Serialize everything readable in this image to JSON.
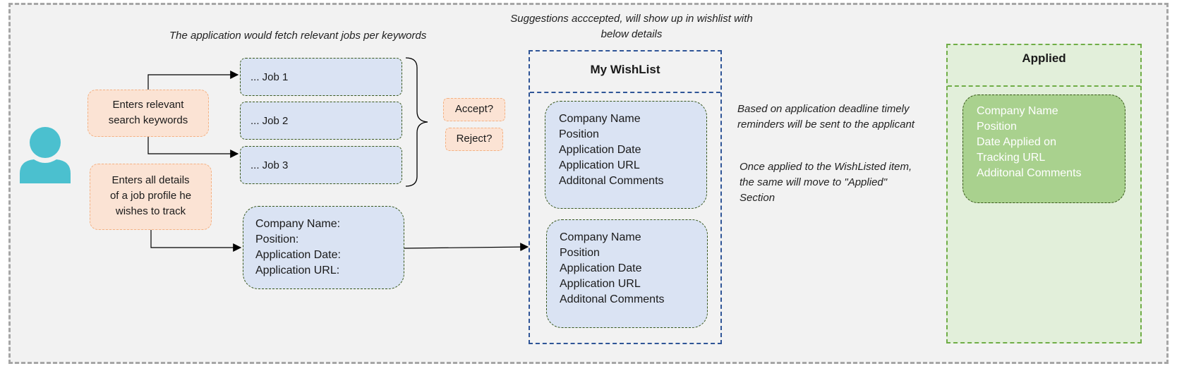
{
  "notes": {
    "fetch": "The application would fetch relevant jobs per keywords",
    "suggestions_line1": "Suggestions acccepted, will show up in wishlist with",
    "suggestions_line2": "below details",
    "reminders_line1": "Based on application deadline timely",
    "reminders_line2": "reminders will be sent to the applicant",
    "applied_line1": "Once applied to the WishListed item,",
    "applied_line2": "the same will move to \"Applied\"",
    "applied_line3": "Section"
  },
  "actions": {
    "search_line1": "Enters relevant",
    "search_line2": "search keywords",
    "details_line1": "Enters all details",
    "details_line2": "of a job profile he",
    "details_line3": "wishes to track"
  },
  "jobs": [
    "... Job 1",
    "... Job 2",
    "... Job 3"
  ],
  "decisions": {
    "accept": "Accept?",
    "reject": "Reject?"
  },
  "entry_form": {
    "company": "Company Name:",
    "position": "Position:",
    "date": "Application Date:",
    "url": "Application URL:"
  },
  "wishlist": {
    "title": "My WishList",
    "card1": [
      "Company Name",
      "Position",
      "Application Date",
      "Application URL",
      "Additonal Comments"
    ],
    "card2": [
      "Company Name",
      "Position",
      "Application Date",
      "Application URL",
      "Additonal Comments"
    ]
  },
  "applied": {
    "title": "Applied",
    "card": [
      "Company Name",
      "Position",
      "Date Applied on",
      "Tracking URL",
      "Additonal Comments"
    ]
  },
  "colors": {
    "accent_blue": "#2f5597",
    "accent_green": "#70ad47",
    "user_teal": "#4bc0cf",
    "peach_fill": "#fbe3d4",
    "job_fill": "#dae3f3",
    "applied_card_fill": "#a9d18e"
  },
  "icons": {
    "user": "user-icon"
  }
}
